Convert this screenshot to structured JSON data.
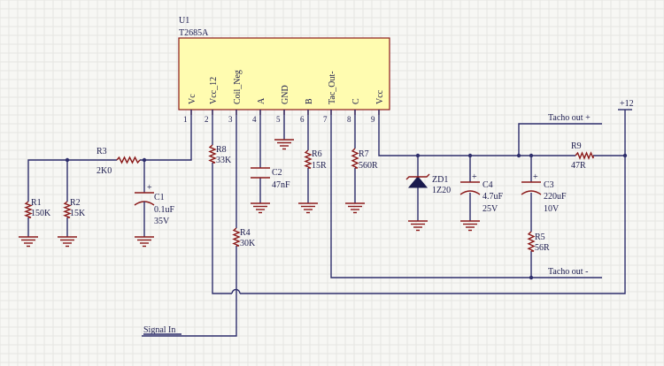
{
  "ic": {
    "ref": "U1",
    "part": "T2685A",
    "pins": [
      {
        "num": "1",
        "name": "Vc"
      },
      {
        "num": "2",
        "name": "Vcc_12"
      },
      {
        "num": "3",
        "name": "Coil_Neg"
      },
      {
        "num": "4",
        "name": "A"
      },
      {
        "num": "5",
        "name": "GND"
      },
      {
        "num": "6",
        "name": "B"
      },
      {
        "num": "7",
        "name": "Tac_Out-"
      },
      {
        "num": "8",
        "name": "C"
      },
      {
        "num": "9",
        "name": "Vcc"
      }
    ]
  },
  "components": {
    "R1": {
      "ref": "R1",
      "value": "150K"
    },
    "R2": {
      "ref": "R2",
      "value": "15K"
    },
    "R3": {
      "ref": "R3",
      "value": "2K0"
    },
    "C1": {
      "ref": "C1",
      "value": "0.1uF",
      "value2": "35V"
    },
    "R8": {
      "ref": "R8",
      "value": "33K"
    },
    "R4": {
      "ref": "R4",
      "value": "30K"
    },
    "C2": {
      "ref": "C2",
      "value": "47nF"
    },
    "R6": {
      "ref": "R6",
      "value": "15R"
    },
    "R7": {
      "ref": "R7",
      "value": "560R"
    },
    "ZD1": {
      "ref": "ZD1",
      "value": "1Z20"
    },
    "C4": {
      "ref": "C4",
      "value": "4.7uF",
      "value2": "25V"
    },
    "C3": {
      "ref": "C3",
      "value": "220uF",
      "value2": "10V"
    },
    "R9": {
      "ref": "R9",
      "value": "47R"
    },
    "R5": {
      "ref": "R5",
      "value": "56R"
    }
  },
  "nets": {
    "tacho_pos": "Tacho out +",
    "tacho_neg": "Tacho out -",
    "supply": "+12",
    "signal_in": "Signal In"
  }
}
